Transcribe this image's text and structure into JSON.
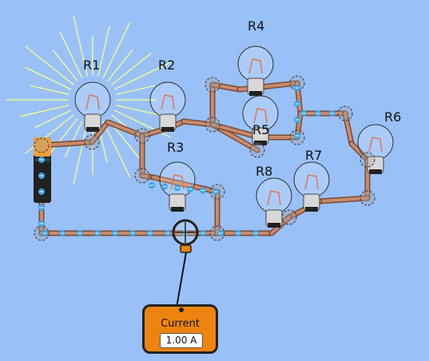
{
  "bulbs": [
    {
      "id": "R1",
      "label": "R1"
    },
    {
      "id": "R2",
      "label": "R2"
    },
    {
      "id": "R3",
      "label": "R3"
    },
    {
      "id": "R4",
      "label": "R4"
    },
    {
      "id": "R5",
      "label": "R5"
    },
    {
      "id": "R6",
      "label": "R6"
    },
    {
      "id": "R7",
      "label": "R7"
    },
    {
      "id": "R8",
      "label": "R8"
    }
  ],
  "ammeter": {
    "title": "Current",
    "value": "1.00 A"
  },
  "colors": {
    "background": "#99c1f8",
    "wire": "#c98a6a",
    "electron": "#3aa3e8",
    "ammeter_body": "#ee8410",
    "battery_positive": "#f3a13a",
    "battery_negative": "#222222",
    "light_rays": "#eef59a"
  },
  "icons": [
    "battery-icon",
    "light-bulb-icon",
    "ammeter-probe-icon",
    "junction-icon"
  ]
}
